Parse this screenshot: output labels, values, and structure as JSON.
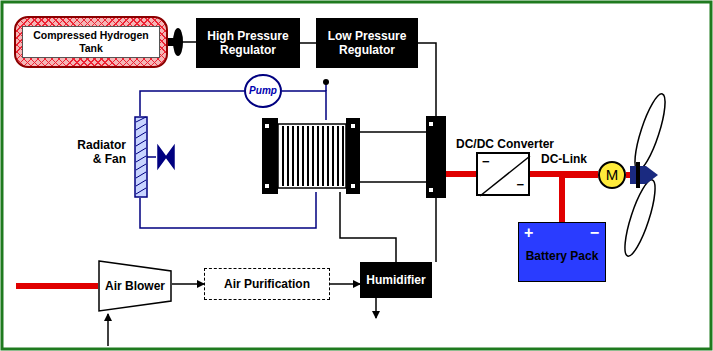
{
  "diagram": {
    "nodes": [
      {
        "text": [
          "Compressed Hydrogen Tank"
        ]
      },
      {
        "text": [
          "High Pressure Regulator"
        ]
      },
      {
        "text": [
          "Low Pressure Regulator"
        ]
      },
      {
        "text": [
          "Pump"
        ]
      },
      {
        "text": [
          "Radiator & Fan"
        ]
      },
      {
        "text": [
          "DC/DC Converter",
          "−",
          "−"
        ]
      },
      {
        "text": [
          "+",
          "−",
          "Battery Pack"
        ]
      },
      {
        "text": [
          "M"
        ]
      },
      {
        "text": [
          "Air Blower"
        ]
      },
      {
        "text": [
          "Air Purification"
        ]
      },
      {
        "text": [
          "Humidifier"
        ]
      }
    ],
    "edges": [
      {
        "from": 0,
        "to": 1,
        "arrow": "none"
      },
      {
        "from": 1,
        "to": 2,
        "arrow": "none"
      },
      {
        "from": 4,
        "to": 3,
        "arrow": "none"
      },
      {
        "from": 8,
        "to": 9,
        "arrow": "to"
      },
      {
        "from": 9,
        "to": 10,
        "arrow": "to"
      },
      {
        "from": 5,
        "to": 7,
        "label": "DC-Link",
        "arrow": "none"
      },
      {
        "from": 6,
        "to": 7,
        "arrow": "none"
      }
    ]
  }
}
